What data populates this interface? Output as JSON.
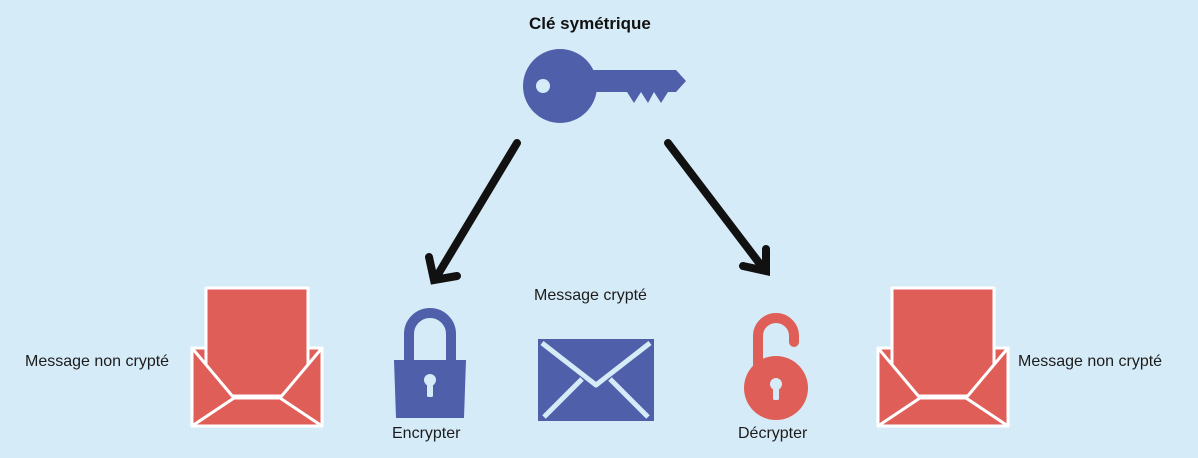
{
  "title": "Clé symétrique",
  "labels": {
    "left_message": "Message non crypté",
    "encrypt": "Encrypter",
    "encrypted_message": "Message crypté",
    "decrypt": "Décrypter",
    "right_message": "Message non crypté"
  },
  "icons": {
    "key": "key-icon",
    "lock_closed": "lock-closed-icon",
    "lock_open": "lock-open-icon",
    "envelope_open": "open-envelope-icon",
    "envelope_closed": "closed-envelope-icon"
  },
  "colors": {
    "background": "#d6ebf8",
    "blue": "#4f5faa",
    "red": "#e05e58",
    "arrow": "#111111"
  }
}
